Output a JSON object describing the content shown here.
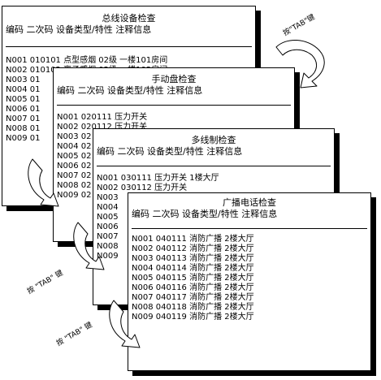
{
  "header": "编码 二次码 设备类型/特性 注释信息",
  "windows": [
    {
      "title": "总线设备检查",
      "rows": [
        "N001 010101 点型感烟 02级 一楼101房间",
        "N002 010102 离子感烟 02级 一楼102房间",
        "N003 01",
        "N004 01",
        "N005 01",
        "N006 01",
        "N007 01",
        "N008 01",
        "N009 01"
      ]
    },
    {
      "title": "手动盘检查",
      "rows": [
        "N001 020111 压力开关",
        "N002 020112 压力开关",
        "N003 02",
        "N004 02",
        "N005 02",
        "N006 02",
        "N007 02",
        "N008 02",
        "N009 02"
      ]
    },
    {
      "title": "多线制检查",
      "rows": [
        "N001 030111 压力开关 1楼大厅",
        "N002 030112 压力开关",
        "N003",
        "N004",
        "N005",
        "N006",
        "N007",
        "N008",
        "N009"
      ]
    },
    {
      "title": "广播电话检查",
      "rows": [
        "N001 040111 消防广播 2楼大厅",
        "N002 040112 消防广播 2楼大厅",
        "N003 040113 消防广播 2楼大厅",
        "N004 040114 消防广播 2楼大厅",
        "N005 040115 消防广播 2楼大厅",
        "N006 040116 消防广播 2楼大厅",
        "N007 040117 消防广播 2楼大厅",
        "N008 040118 消防广播 2楼大厅",
        "N009 040119 消防广播 2楼大厅"
      ]
    }
  ],
  "labels": {
    "right": "按\"TAB\"键",
    "mid": "按 \"TAB\" 键",
    "bottom": "按 \"TAB\" 键"
  }
}
